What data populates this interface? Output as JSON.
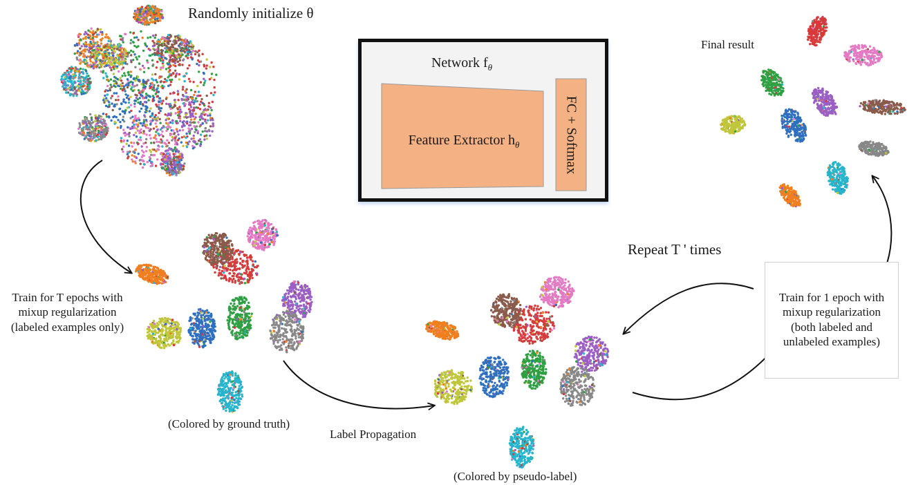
{
  "labels": {
    "random_init": "Randomly initialize θ",
    "final_result": "Final result",
    "train_t_epochs": [
      "Train for T epochs with",
      "mixup regularization",
      "(labeled examples only)"
    ],
    "colored_gt": "(Colored by ground truth)",
    "label_propagation": "Label Propagation",
    "colored_pseudo": "(Colored by pseudo-label)",
    "repeat": "Repeat T ' times",
    "train_1_epoch": [
      "Train for 1 epoch with",
      "mixup regularization",
      "(both labeled and",
      "unlabeled examples)"
    ]
  },
  "network": {
    "title": "Network f",
    "title_sub": "θ",
    "extractor": "Feature Extractor h",
    "extractor_sub": "θ",
    "head": "FC + Softmax"
  },
  "colors": {
    "classes": [
      "#f07f1f",
      "#c0c63a",
      "#2e6fc0",
      "#2ea043",
      "#d63a3a",
      "#9b5fc4",
      "#8a5a4a",
      "#e57ac4",
      "#888888",
      "#26b5cc"
    ],
    "extractor_fill": "#f4b183",
    "head_fill": "#f4b183",
    "box_border": "#111111"
  }
}
